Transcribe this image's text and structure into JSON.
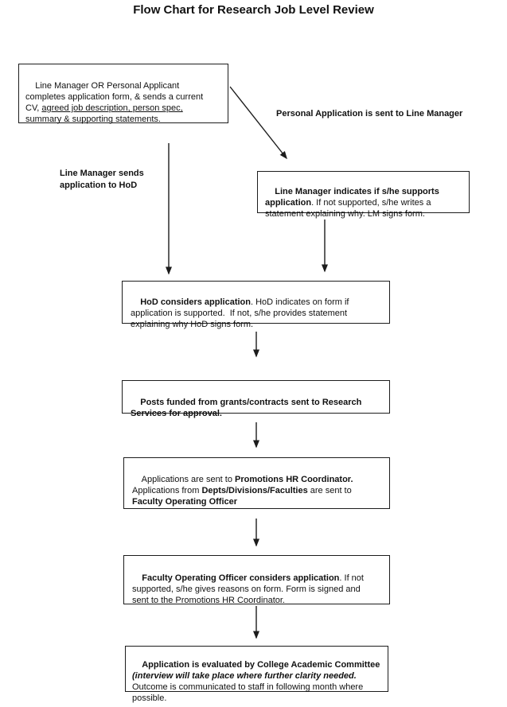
{
  "title": "Flow Chart for Research Job Level Review",
  "labels": {
    "personal_application": "Personal Application is sent to Line Manager",
    "line_manager_sends": "Line Manager sends\napplication to HoD"
  },
  "boxes": {
    "applicant": {
      "pre": "Line Manager OR Personal Applicant\ncompletes application form, & sends a current\nCV, ",
      "underlined": "agreed job description, person spec,",
      "post": "\nsummary & supporting statements."
    },
    "line_manager": {
      "bold": "Line Manager indicates if s/he supports\napplication",
      "rest": ". If not supported, s/he writes a\nstatement explaining why. LM signs form."
    },
    "hod": {
      "bold": "HoD considers application",
      "rest": ". HoD indicates on form if\napplication is supported.  If not, s/he provides statement\nexplaining why HoD signs form."
    },
    "research_services": {
      "bold": "Posts funded from grants/contracts sent to Research\nServices for approval."
    },
    "hr_coordinator": {
      "r1": "Applications are sent to ",
      "b1": "Promotions HR Coordinator.",
      "r2": "\nApplications from ",
      "b2": "Depts/Divisions/Faculties",
      "r3": " are sent to\n",
      "b3": "Faculty Operating Officer"
    },
    "faculty_officer": {
      "bold": "Faculty Operating Officer considers application",
      "rest": ". If not\nsupported, s/he gives reasons on form. Form is signed and\nsent to the Promotions HR Coordinator."
    },
    "academic_committee": {
      "bold": "Application is evaluated by College Academic Committee\n",
      "bold_italic": "(interview will take place where further clarity needed.",
      "rest": "\nOutcome is communicated to staff in following month where\npossible."
    }
  },
  "colors": {
    "ink": "#1c1c1c",
    "background": "#ffffff"
  }
}
